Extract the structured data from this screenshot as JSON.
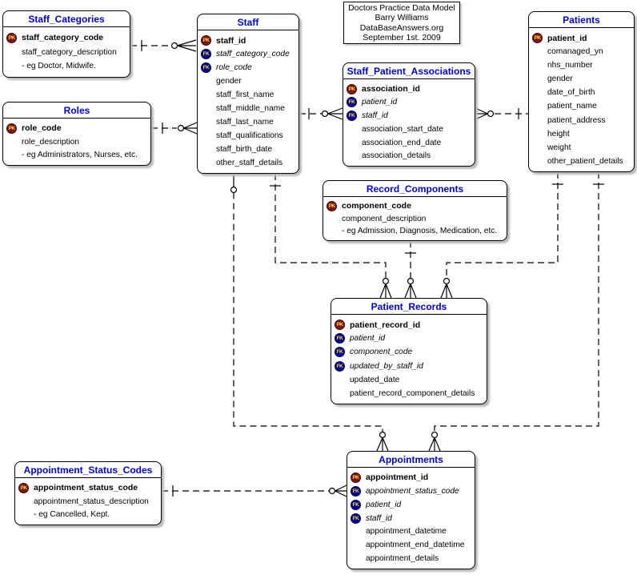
{
  "diagram": {
    "title_box": {
      "lines": [
        "Doctors Practice Data Model",
        "Barry Williams",
        "DataBaseAnswers.org",
        "September 1st. 2009"
      ]
    },
    "badges": {
      "pk": "PK",
      "fk": "FK"
    },
    "colors": {
      "entity_title": "#0000CC",
      "pk_badge": "#7D1416",
      "fk_badge": "#00008B",
      "badge_text": "#FFD83C",
      "line": "#000000",
      "background": "#FFFFFF"
    },
    "entities": [
      {
        "id": "staff_categories",
        "title": "Staff_Categories",
        "fields": [
          {
            "key": "PK",
            "style": "bold",
            "text": "staff_category_code"
          },
          {
            "key": null,
            "style": "normal",
            "text": "staff_category_description"
          },
          {
            "key": null,
            "style": "normal",
            "text": "- eg Doctor, Midwife."
          }
        ]
      },
      {
        "id": "roles",
        "title": "Roles",
        "fields": [
          {
            "key": "PK",
            "style": "bold",
            "text": "role_code"
          },
          {
            "key": null,
            "style": "normal",
            "text": "role_description"
          },
          {
            "key": null,
            "style": "normal",
            "text": "- eg Administrators, Nurses, etc."
          }
        ]
      },
      {
        "id": "staff",
        "title": "Staff",
        "fields": [
          {
            "key": "PK",
            "style": "bold",
            "text": "staff_id"
          },
          {
            "key": "FK",
            "style": "italic",
            "text": "staff_category_code"
          },
          {
            "key": "FK",
            "style": "italic",
            "text": "role_code"
          },
          {
            "key": null,
            "style": "normal",
            "text": "gender"
          },
          {
            "key": null,
            "style": "normal",
            "text": "staff_first_name"
          },
          {
            "key": null,
            "style": "normal",
            "text": "staff_middle_name"
          },
          {
            "key": null,
            "style": "normal",
            "text": "staff_last_name"
          },
          {
            "key": null,
            "style": "normal",
            "text": "staff_qualifications"
          },
          {
            "key": null,
            "style": "normal",
            "text": "staff_birth_date"
          },
          {
            "key": null,
            "style": "normal",
            "text": "other_staff_details"
          }
        ]
      },
      {
        "id": "staff_patient_associations",
        "title": "Staff_Patient_Associations",
        "fields": [
          {
            "key": "PK",
            "style": "bold",
            "text": "association_id"
          },
          {
            "key": "FK",
            "style": "italic",
            "text": "patient_id"
          },
          {
            "key": "FK",
            "style": "italic",
            "text": "staff_id"
          },
          {
            "key": null,
            "style": "normal",
            "text": "association_start_date"
          },
          {
            "key": null,
            "style": "normal",
            "text": "association_end_date"
          },
          {
            "key": null,
            "style": "normal",
            "text": "association_details"
          }
        ]
      },
      {
        "id": "patients",
        "title": "Patients",
        "fields": [
          {
            "key": "PK",
            "style": "bold",
            "text": "patient_id"
          },
          {
            "key": null,
            "style": "normal",
            "text": "comanaged_yn"
          },
          {
            "key": null,
            "style": "normal",
            "text": "nhs_number"
          },
          {
            "key": null,
            "style": "normal",
            "text": "gender"
          },
          {
            "key": null,
            "style": "normal",
            "text": "date_of_birth"
          },
          {
            "key": null,
            "style": "normal",
            "text": "patient_name"
          },
          {
            "key": null,
            "style": "normal",
            "text": "patient_address"
          },
          {
            "key": null,
            "style": "normal",
            "text": "height"
          },
          {
            "key": null,
            "style": "normal",
            "text": "weight"
          },
          {
            "key": null,
            "style": "normal",
            "text": "other_patient_details"
          }
        ]
      },
      {
        "id": "record_components",
        "title": "Record_Components",
        "fields": [
          {
            "key": "PK",
            "style": "bold",
            "text": "component_code"
          },
          {
            "key": null,
            "style": "normal",
            "text": "component_description"
          },
          {
            "key": null,
            "style": "normal",
            "text": "- eg Admission, Diagnosis, Medication, etc."
          }
        ]
      },
      {
        "id": "patient_records",
        "title": "Patient_Records",
        "fields": [
          {
            "key": "PK",
            "style": "bold",
            "text": "patient_record_id"
          },
          {
            "key": "FK",
            "style": "italic",
            "text": "patient_id"
          },
          {
            "key": "FK",
            "style": "italic",
            "text": "component_code"
          },
          {
            "key": "FK",
            "style": "italic",
            "text": "updated_by_staff_id"
          },
          {
            "key": null,
            "style": "normal",
            "text": "updated_date"
          },
          {
            "key": null,
            "style": "normal",
            "text": "patient_record_component_details"
          }
        ]
      },
      {
        "id": "appointment_status_codes",
        "title": "Appointment_Status_Codes",
        "fields": [
          {
            "key": "PK",
            "style": "bold",
            "text": "appointment_status_code"
          },
          {
            "key": null,
            "style": "normal",
            "text": "appointment_status_description"
          },
          {
            "key": null,
            "style": "normal",
            "text": "- eg Cancelled, Kept."
          }
        ]
      },
      {
        "id": "appointments",
        "title": "Appointments",
        "fields": [
          {
            "key": "PK",
            "style": "bold",
            "text": "appointment_id"
          },
          {
            "key": "FK",
            "style": "italic",
            "text": "appointment_status_code"
          },
          {
            "key": "FK",
            "style": "italic",
            "text": "patient_id"
          },
          {
            "key": "FK",
            "style": "italic",
            "text": "staff_id"
          },
          {
            "key": null,
            "style": "normal",
            "text": "appointment_datetime"
          },
          {
            "key": null,
            "style": "normal",
            "text": "appointment_end_datetime"
          },
          {
            "key": null,
            "style": "normal",
            "text": "appointment_details"
          }
        ]
      }
    ],
    "relationships": [
      {
        "from": "Staff_Categories",
        "to": "Staff",
        "from_cardinality": "one",
        "to_cardinality": "zero-or-many"
      },
      {
        "from": "Roles",
        "to": "Staff",
        "from_cardinality": "one",
        "to_cardinality": "zero-or-many"
      },
      {
        "from": "Staff",
        "to": "Staff_Patient_Associations",
        "from_cardinality": "one",
        "to_cardinality": "zero-or-many"
      },
      {
        "from": "Patients",
        "to": "Staff_Patient_Associations",
        "from_cardinality": "one",
        "to_cardinality": "zero-or-many"
      },
      {
        "from": "Staff",
        "to": "Patient_Records",
        "from_cardinality": "one",
        "to_cardinality": "zero-or-many"
      },
      {
        "from": "Record_Components",
        "to": "Patient_Records",
        "from_cardinality": "one",
        "to_cardinality": "zero-or-many"
      },
      {
        "from": "Patients",
        "to": "Patient_Records",
        "from_cardinality": "one",
        "to_cardinality": "zero-or-many"
      },
      {
        "from": "Staff",
        "to": "Appointments",
        "from_cardinality": "zero-or-one",
        "to_cardinality": "zero-or-many"
      },
      {
        "from": "Patients",
        "to": "Appointments",
        "from_cardinality": "one",
        "to_cardinality": "zero-or-many"
      },
      {
        "from": "Appointment_Status_Codes",
        "to": "Appointments",
        "from_cardinality": "one",
        "to_cardinality": "zero-or-many"
      }
    ]
  }
}
